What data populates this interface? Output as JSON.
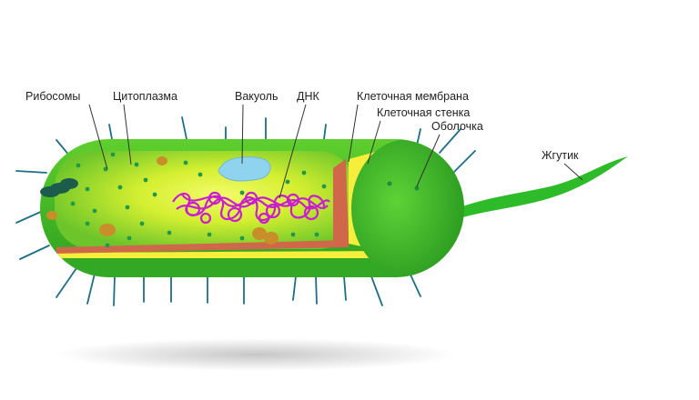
{
  "labels": {
    "ribosomes": "Рибосомы",
    "cytoplasm": "Цитоплазма",
    "vacuole": "Вакуоль",
    "dna": "ДНК",
    "cell_membrane": "Клеточная мембрана",
    "cell_wall": "Клеточная стенка",
    "capsule": "Оболочка",
    "flagellum": "Жгутик"
  },
  "colors": {
    "capsule_green": "#3cb52a",
    "cytoplasm_light": "#d9f23a",
    "cell_wall": "#f6ee3a",
    "membrane": "#d0664a",
    "dna": "#c81ed0",
    "vacuole": "#8fd3ef",
    "ribosome": "#1f9a4a",
    "pili": "#1e6e84",
    "flagellum": "#2dbb2a"
  }
}
